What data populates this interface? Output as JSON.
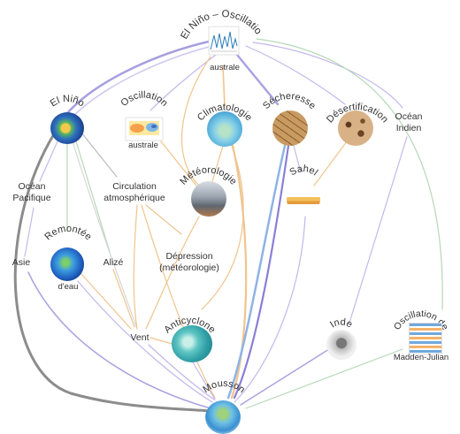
{
  "nodes": {
    "enso": {
      "label": "El Niño – Oscillation",
      "sublabel": "australe"
    },
    "el_nino": {
      "label": "El Niño"
    },
    "oscillation_australe": {
      "label": "Oscillation",
      "sublabel": "australe"
    },
    "climatologie": {
      "label": "Climatologie"
    },
    "secheresse": {
      "label": "Sécheresse"
    },
    "desertification": {
      "label": "Désertification"
    },
    "ocean_indien": {
      "label": "Océan\nIndien"
    },
    "sahel": {
      "label": "Sahel"
    },
    "meteorologie": {
      "label": "Météorologie"
    },
    "ocean_pacifique": {
      "label": "Océan\nPacifique"
    },
    "circulation": {
      "label": "Circulation\natmosphérique"
    },
    "remontee": {
      "label": "Remontée",
      "sublabel": "d'eau"
    },
    "asie": {
      "label": "Asie"
    },
    "alize": {
      "label": "Alizé"
    },
    "depression": {
      "label": "Dépression\n(météorologie)"
    },
    "vent": {
      "label": "Vent"
    },
    "anticyclone": {
      "label": "Anticyclone"
    },
    "inde": {
      "label": "Inde"
    },
    "mjo": {
      "label": "Oscillation de",
      "sublabel": "Madden-Julian"
    },
    "mousson": {
      "label": "Mousson"
    }
  },
  "icons": {
    "enso": "enso-chart-icon",
    "el_nino": "sea-temperature-globe-icon",
    "oscillation_australe": "pressure-map-icon",
    "climatologie": "climate-globe-icon",
    "secheresse": "cracked-soil-icon",
    "desertification": "desert-texture-icon",
    "sahel": "sahel-map-icon",
    "meteorologie": "storm-cloud-icon",
    "remontee": "upwelling-globe-icon",
    "anticyclone": "anticyclone-satellite-icon",
    "inde": "india-map-icon",
    "mjo": "mjo-diagram-icon",
    "mousson": "monsoon-globe-icon"
  },
  "colors": {
    "edge_purple": "#8a7fd6",
    "edge_purple_light": "#c3b8ec",
    "edge_orange": "#f0c48e",
    "edge_green": "#b5d8b8",
    "edge_gray": "#8c8c8c",
    "edge_blue": "#8fb3e6"
  }
}
